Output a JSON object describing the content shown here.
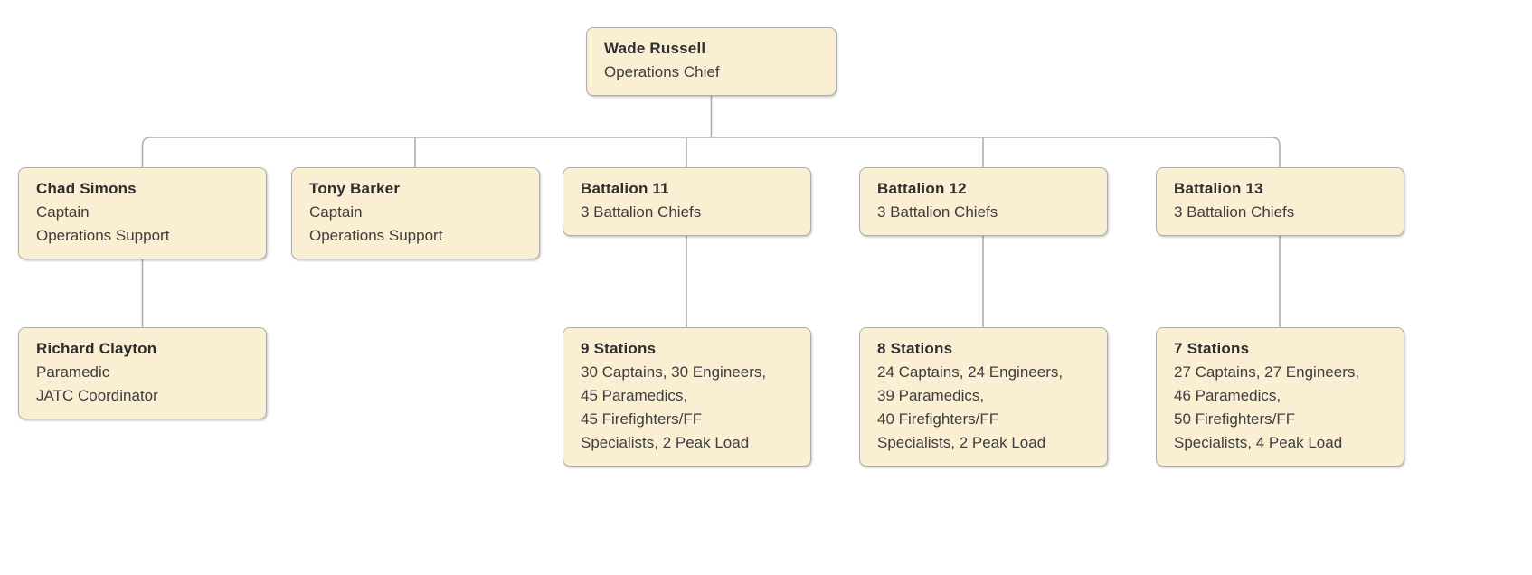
{
  "style": {
    "node_fill": "#FAEED3",
    "node_border": "#ACACAC",
    "connector": "#AFAFAF",
    "title_color": "#2E2E2E",
    "text_color": "#3E3E3E",
    "canvas_bg": "#FFFFFF"
  },
  "nodes": [
    {
      "id": "wade-russell",
      "title": "Wade Russell",
      "lines": [
        "Operations Chief"
      ]
    },
    {
      "id": "chad-simons",
      "title": "Chad Simons",
      "lines": [
        "Captain",
        "Operations Support"
      ]
    },
    {
      "id": "tony-barker",
      "title": "Tony Barker",
      "lines": [
        "Captain",
        "Operations Support"
      ]
    },
    {
      "id": "battalion-11",
      "title": "Battalion 11",
      "lines": [
        "3 Battalion Chiefs"
      ]
    },
    {
      "id": "battalion-12",
      "title": "Battalion 12",
      "lines": [
        "3 Battalion Chiefs"
      ]
    },
    {
      "id": "battalion-13",
      "title": "Battalion 13",
      "lines": [
        "3 Battalion Chiefs"
      ]
    },
    {
      "id": "richard-clayton",
      "title": "Richard Clayton",
      "lines": [
        "Paramedic",
        "JATC Coordinator"
      ]
    },
    {
      "id": "battalion-11-stations",
      "title": "9 Stations",
      "lines": [
        "30 Captains, 30 Engineers,",
        "45 Paramedics,",
        "45 Firefighters/FF",
        "Specialists, 2 Peak Load"
      ]
    },
    {
      "id": "battalion-12-stations",
      "title": "8 Stations",
      "lines": [
        "24 Captains, 24 Engineers,",
        "39 Paramedics,",
        "40 Firefighters/FF",
        "Specialists, 2 Peak Load"
      ]
    },
    {
      "id": "battalion-13-stations",
      "title": "7 Stations",
      "lines": [
        "27 Captains, 27 Engineers,",
        "46 Paramedics,",
        "50 Firefighters/FF",
        "Specialists, 4 Peak Load"
      ]
    }
  ],
  "edges": [
    {
      "from": "wade-russell",
      "to": "chad-simons"
    },
    {
      "from": "wade-russell",
      "to": "tony-barker"
    },
    {
      "from": "wade-russell",
      "to": "battalion-11"
    },
    {
      "from": "wade-russell",
      "to": "battalion-12"
    },
    {
      "from": "wade-russell",
      "to": "battalion-13"
    },
    {
      "from": "chad-simons",
      "to": "richard-clayton"
    },
    {
      "from": "battalion-11",
      "to": "battalion-11-stations"
    },
    {
      "from": "battalion-12",
      "to": "battalion-12-stations"
    },
    {
      "from": "battalion-13",
      "to": "battalion-13-stations"
    }
  ]
}
